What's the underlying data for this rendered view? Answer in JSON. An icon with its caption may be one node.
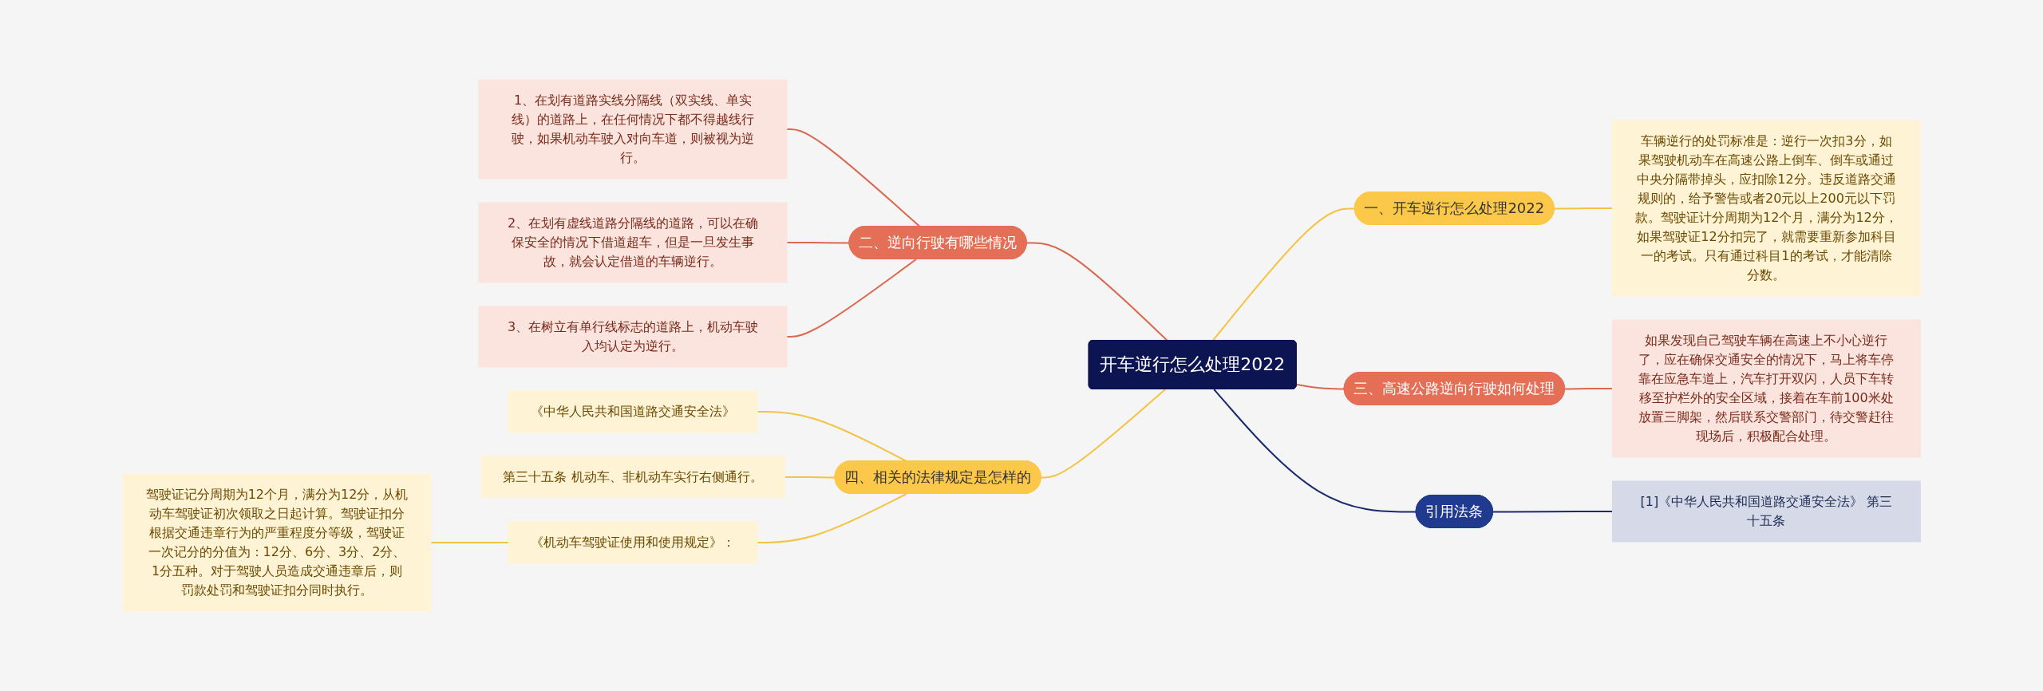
{
  "diagram": {
    "nodes": [
      {
        "text": [
          "开车逆行怎么处理2022"
        ]
      },
      {
        "text": [
          "一、开车逆行怎么处理2022"
        ]
      },
      {
        "text": [
          "车辆逆行的处罚标准是：逆行一次扣3分，如果驾驶机动车在高速公路上倒车、倒车或通过中央分隔带掉头，应扣除12分。违反道路交通规则的，给予警告或者20元以上200元以下罚款。驾驶证计分周期为12个月，满分为12分，如果驾驶证12分扣完了，就需要重新参加科目一的考试。只有通过科目1的考试，才能清除分数。"
        ]
      },
      {
        "text": [
          "二、逆向行驶有哪些情况"
        ]
      },
      {
        "text": [
          "1、在划有道路实线分隔线（双实线、单实线）的道路上，在任何情况下都不得越线行驶，如果机动车驶入对向车道，则被视为逆行。"
        ]
      },
      {
        "text": [
          "2、在划有虚线道路分隔线的道路，可以在确保安全的情况下借道超车，但是一旦发生事故，就会认定借道的车辆逆行。"
        ]
      },
      {
        "text": [
          "3、在树立有单行线标志的道路上，机动车驶入均认定为逆行。"
        ]
      },
      {
        "text": [
          "三、高速公路逆向行驶如何处理"
        ]
      },
      {
        "text": [
          "如果发现自己驾驶车辆在高速上不小心逆行了，应在确保交通安全的情况下，马上将车停靠在应急车道上，汽车打开双闪，人员下车转移至护栏外的安全区域，接着在车前100米处放置三脚架，然后联系交警部门，待交警赶往现场后，积极配合处理。"
        ]
      },
      {
        "text": [
          "四、相关的法律规定是怎样的"
        ]
      },
      {
        "text": [
          "《中华人民共和国道路交通安全法》"
        ]
      },
      {
        "text": [
          "第三十五条 机动车、非机动车实行右侧通行。"
        ]
      },
      {
        "text": [
          "《机动车驾驶证使用和使用规定》："
        ]
      },
      {
        "text": [
          "驾驶证记分周期为12个月，满分为12分，从机动车驾驶证初次领取之日起计算。驾驶证扣分根据交通违章行为的严重程度分等级，驾驶证一次记分的分值为：12分、6分、3分、2分、1分五种。对于驾驶人员造成交通违章后，则罚款处罚和驾驶证扣分同时执行。"
        ]
      },
      {
        "text": [
          "引用法条"
        ]
      },
      {
        "text": [
          "[1]《中华人民共和国道路交通安全法》 第三十五条"
        ]
      }
    ],
    "edges": [
      {
        "from": 0,
        "to": 1,
        "arrow": "none"
      },
      {
        "from": 1,
        "to": 2,
        "arrow": "none"
      },
      {
        "from": 3,
        "to": 0,
        "arrow": "none",
        "color": "#d9684f"
      },
      {
        "from": 4,
        "to": 3,
        "arrow": "none",
        "color": "#d9684f"
      },
      {
        "from": 5,
        "to": 3,
        "arrow": "none",
        "color": "#d9684f"
      },
      {
        "from": 6,
        "to": 3,
        "arrow": "none",
        "color": "#d9684f"
      },
      {
        "from": 0,
        "to": 7,
        "arrow": "none",
        "color": "#d9684f"
      },
      {
        "from": 7,
        "to": 8,
        "arrow": "none",
        "color": "#d9684f"
      },
      {
        "from": 9,
        "to": 0,
        "arrow": "none"
      },
      {
        "from": 10,
        "to": 9,
        "arrow": "none"
      },
      {
        "from": 11,
        "to": 9,
        "arrow": "none"
      },
      {
        "from": 12,
        "to": 9,
        "arrow": "none"
      },
      {
        "from": 13,
        "to": 12,
        "arrow": "none"
      },
      {
        "from": 0,
        "to": 14,
        "arrow": "none",
        "color": "#1a2a6c"
      },
      {
        "from": 14,
        "to": 15,
        "arrow": "none",
        "color": "#1a2a6c"
      }
    ]
  }
}
